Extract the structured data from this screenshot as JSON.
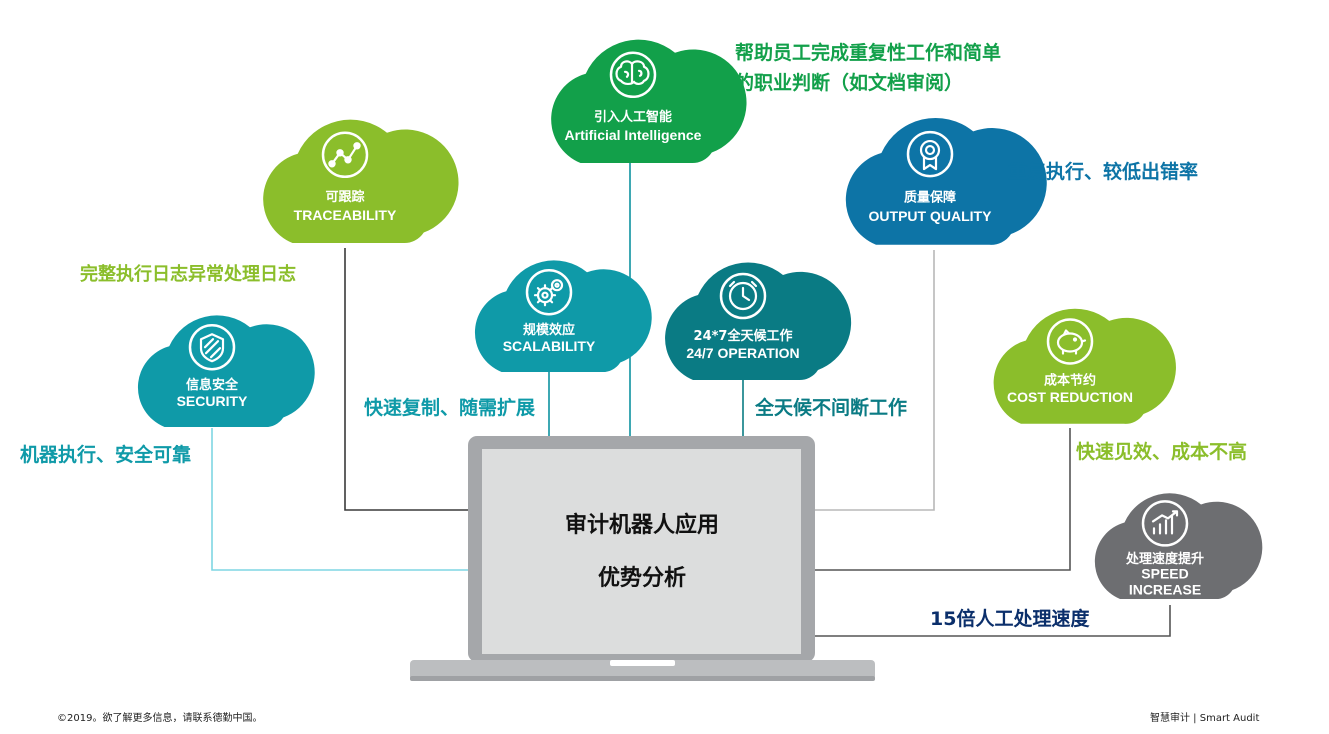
{
  "colors": {
    "lime": "#8bbe2b",
    "green": "#12a04a",
    "teal": "#0f9aa8",
    "teal_dark": "#0a7b84",
    "teal_mid": "#0e93a0",
    "blue": "#0d74a6",
    "grey": "#6d6e71",
    "navy": "#0b2f6b",
    "line_dark": "#3a3a3a",
    "line_cyan": "#7fd6e3",
    "line_light": "#b8b8b8"
  },
  "laptop": {
    "title_line1": "审计机器人应用",
    "title_line2": "优势分析"
  },
  "clouds": [
    {
      "id": "ai",
      "icon": "brain-icon",
      "label_cn": "引入人工智能",
      "label_en": "Artificial Intelligence"
    },
    {
      "id": "traceability",
      "icon": "trend-icon",
      "label_cn": "可跟踪",
      "label_en": "TRACEABILITY"
    },
    {
      "id": "quality",
      "icon": "medal-icon",
      "label_cn": "质量保障",
      "label_en": "OUTPUT QUALITY"
    },
    {
      "id": "scalability",
      "icon": "gears-icon",
      "label_cn": "规模效应",
      "label_en": "SCALABILITY"
    },
    {
      "id": "operation",
      "icon": "clock-icon",
      "label_cn": "24*7全天候工作",
      "label_en": "24/7 OPERATION"
    },
    {
      "id": "security",
      "icon": "shield-icon",
      "label_cn": "信息安全",
      "label_en": "SECURITY"
    },
    {
      "id": "cost",
      "icon": "piggy-bank-icon",
      "label_cn": "成本节约",
      "label_en": "COST REDUCTION"
    },
    {
      "id": "speed",
      "icon": "growth-chart-icon",
      "label_cn": "处理速度提升",
      "label_en_1": "SPEED",
      "label_en_2": "INCREASE"
    }
  ],
  "annotations": {
    "ai_1": "帮助员工完成重复性工作和简单",
    "ai_2": "的职业判断（如文档审阅）",
    "traceability": "完整执行日志异常处理日志",
    "quality": "重复执行、较低出错率",
    "scalability": "快速复制、随需扩展",
    "operation": "全天候不间断工作",
    "security": "机器执行、安全可靠",
    "cost": "快速见效、成本不高",
    "speed": "15倍人工处理速度"
  },
  "footer": {
    "left": "©2019。欲了解更多信息，请联系德勤中国。",
    "right": "智慧审计 | Smart Audit"
  }
}
